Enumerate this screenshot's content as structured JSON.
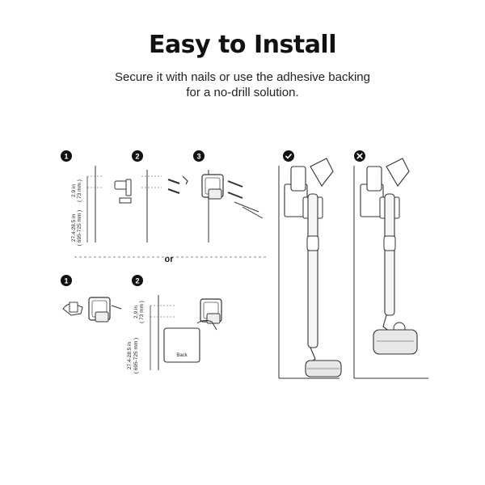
{
  "title": "Easy to Install",
  "subtitle_lines": [
    "Secure it with nails or use the adhesive backing",
    "for a no-drill solution."
  ],
  "nail_method": {
    "steps": [
      "1",
      "2",
      "3"
    ],
    "height_gap": "2.9 in",
    "height_gap_metric": "( 73 mm )",
    "height_floor": "27.4-28.5 in",
    "height_floor_metric": "( 695-725 mm )"
  },
  "separator_text": "or",
  "adhesive_method": {
    "steps": [
      "1",
      "2"
    ],
    "height_gap": "2.9 in",
    "height_gap_metric": "( 73 mm )",
    "height_floor": "27.4-28.5 in",
    "height_floor_metric": "( 695-725 mm )",
    "backing_label": "Back"
  },
  "comparison": {
    "correct_icon": "check-icon",
    "wrong_icon": "x-icon"
  }
}
